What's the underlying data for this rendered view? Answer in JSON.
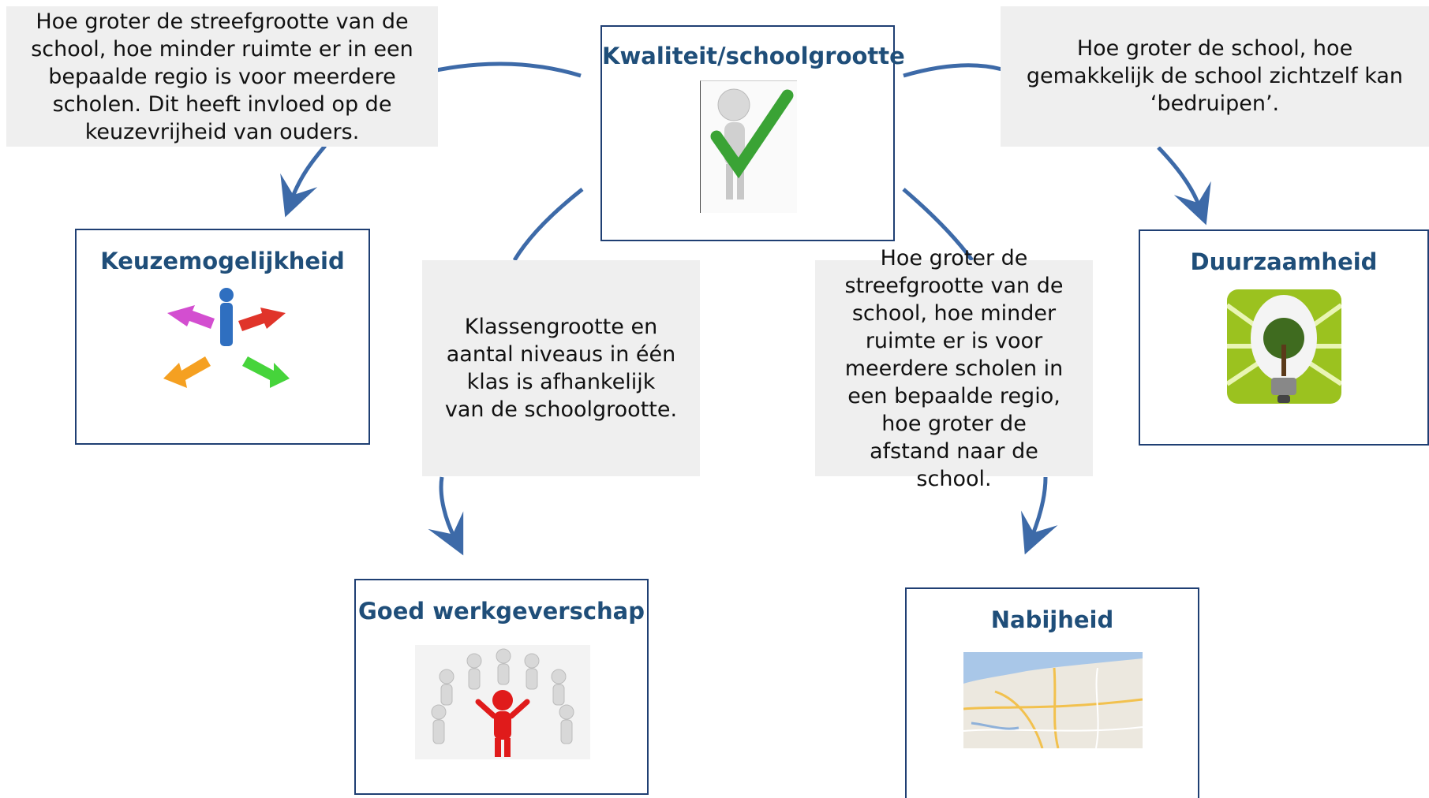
{
  "boxes": {
    "center": {
      "title": "Kwaliteit/schoolgrootte",
      "icon": "person-checkmark-icon"
    },
    "keuze": {
      "title": "Keuzemogelijkheid",
      "icon": "person-crossroads-arrows-icon"
    },
    "duurzaam": {
      "title": "Duurzaamheid",
      "icon": "lightbulb-tree-icon"
    },
    "werk": {
      "title": "Goed werkgeverschap",
      "icon": "people-circle-leader-icon"
    },
    "nabij": {
      "title": "Nabijheid",
      "icon": "road-map-icon"
    }
  },
  "notes": {
    "top_left": "Hoe groter de streefgrootte van de school, hoe minder ruimte er in een bepaalde regio is voor meerdere scholen. Dit heeft invloed op de keuzevrijheid van ouders.",
    "top_right": "Hoe groter de school, hoe gemakkelijk de school zichtzelf kan ‘bedruipen’.",
    "middle_left": "Klassengrootte en aantal niveaus in één klas is afhankelijk van de schoolgrootte.",
    "middle_right": "Hoe groter de streefgrootte van de school, hoe minder ruimte er is voor meerdere scholen in een bepaalde regio, hoe groter de afstand naar de school."
  },
  "colors": {
    "box_border": "#1f3f73",
    "title": "#1f4e79",
    "arrow": "#3d6aa8",
    "note_bg": "#efefef"
  }
}
